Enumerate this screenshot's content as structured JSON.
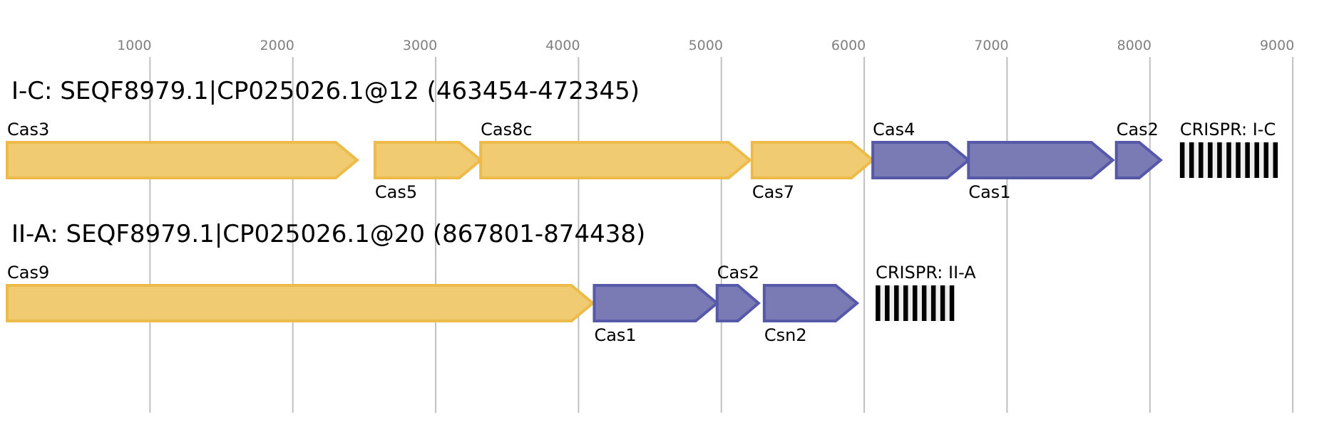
{
  "axis": {
    "ticks": [
      1000,
      2000,
      3000,
      4000,
      5000,
      6000,
      7000,
      8000,
      9000
    ],
    "range_bp": [
      0,
      9300
    ]
  },
  "colors": {
    "type_a_fill": "#f0cb71",
    "type_a_stroke": "#edbb4a",
    "type_b_fill": "#7a7bb5",
    "type_b_stroke": "#5659a8",
    "crispr_bar": "#000000",
    "crispr_gap": "#eeeeee",
    "grid": "#c0c0c0",
    "tick_text": "#808080"
  },
  "loci": [
    {
      "title": "I-C: SEQF8979.1|CP025026.1@12 (463454-472345)",
      "genes": [
        {
          "name": "Cas3",
          "start": 0,
          "end": 2450,
          "group": "a",
          "label_pos": "above"
        },
        {
          "name": "Cas5",
          "start": 2575,
          "end": 3315,
          "group": "a",
          "label_pos": "below"
        },
        {
          "name": "Cas8c",
          "start": 3315,
          "end": 5200,
          "group": "a",
          "label_pos": "above"
        },
        {
          "name": "Cas7",
          "start": 5215,
          "end": 6060,
          "group": "a",
          "label_pos": "below"
        },
        {
          "name": "Cas4",
          "start": 6060,
          "end": 6730,
          "group": "b",
          "label_pos": "above"
        },
        {
          "name": "Cas1",
          "start": 6730,
          "end": 7740,
          "group": "b",
          "label_pos": "below"
        },
        {
          "name": "Cas2",
          "start": 7765,
          "end": 8075,
          "group": "b",
          "label_pos": "above"
        }
      ],
      "crispr": {
        "label": "CRISPR: I-C",
        "start": 8210,
        "end": 8895,
        "repeats": 11
      }
    },
    {
      "title": "II-A: SEQF8979.1|CP025026.1@20 (867801-874438)",
      "genes": [
        {
          "name": "Cas9",
          "start": 0,
          "end": 4100,
          "group": "a",
          "label_pos": "above"
        },
        {
          "name": "Cas1",
          "start": 4110,
          "end": 4970,
          "group": "b",
          "label_pos": "below"
        },
        {
          "name": "Cas2",
          "start": 4970,
          "end": 5260,
          "group": "b",
          "label_pos": "above"
        },
        {
          "name": "Csn2",
          "start": 5300,
          "end": 5950,
          "group": "b",
          "label_pos": "below"
        }
      ],
      "crispr": {
        "label": "CRISPR: II-A",
        "start": 6080,
        "end": 6630,
        "repeats": 9
      }
    }
  ]
}
